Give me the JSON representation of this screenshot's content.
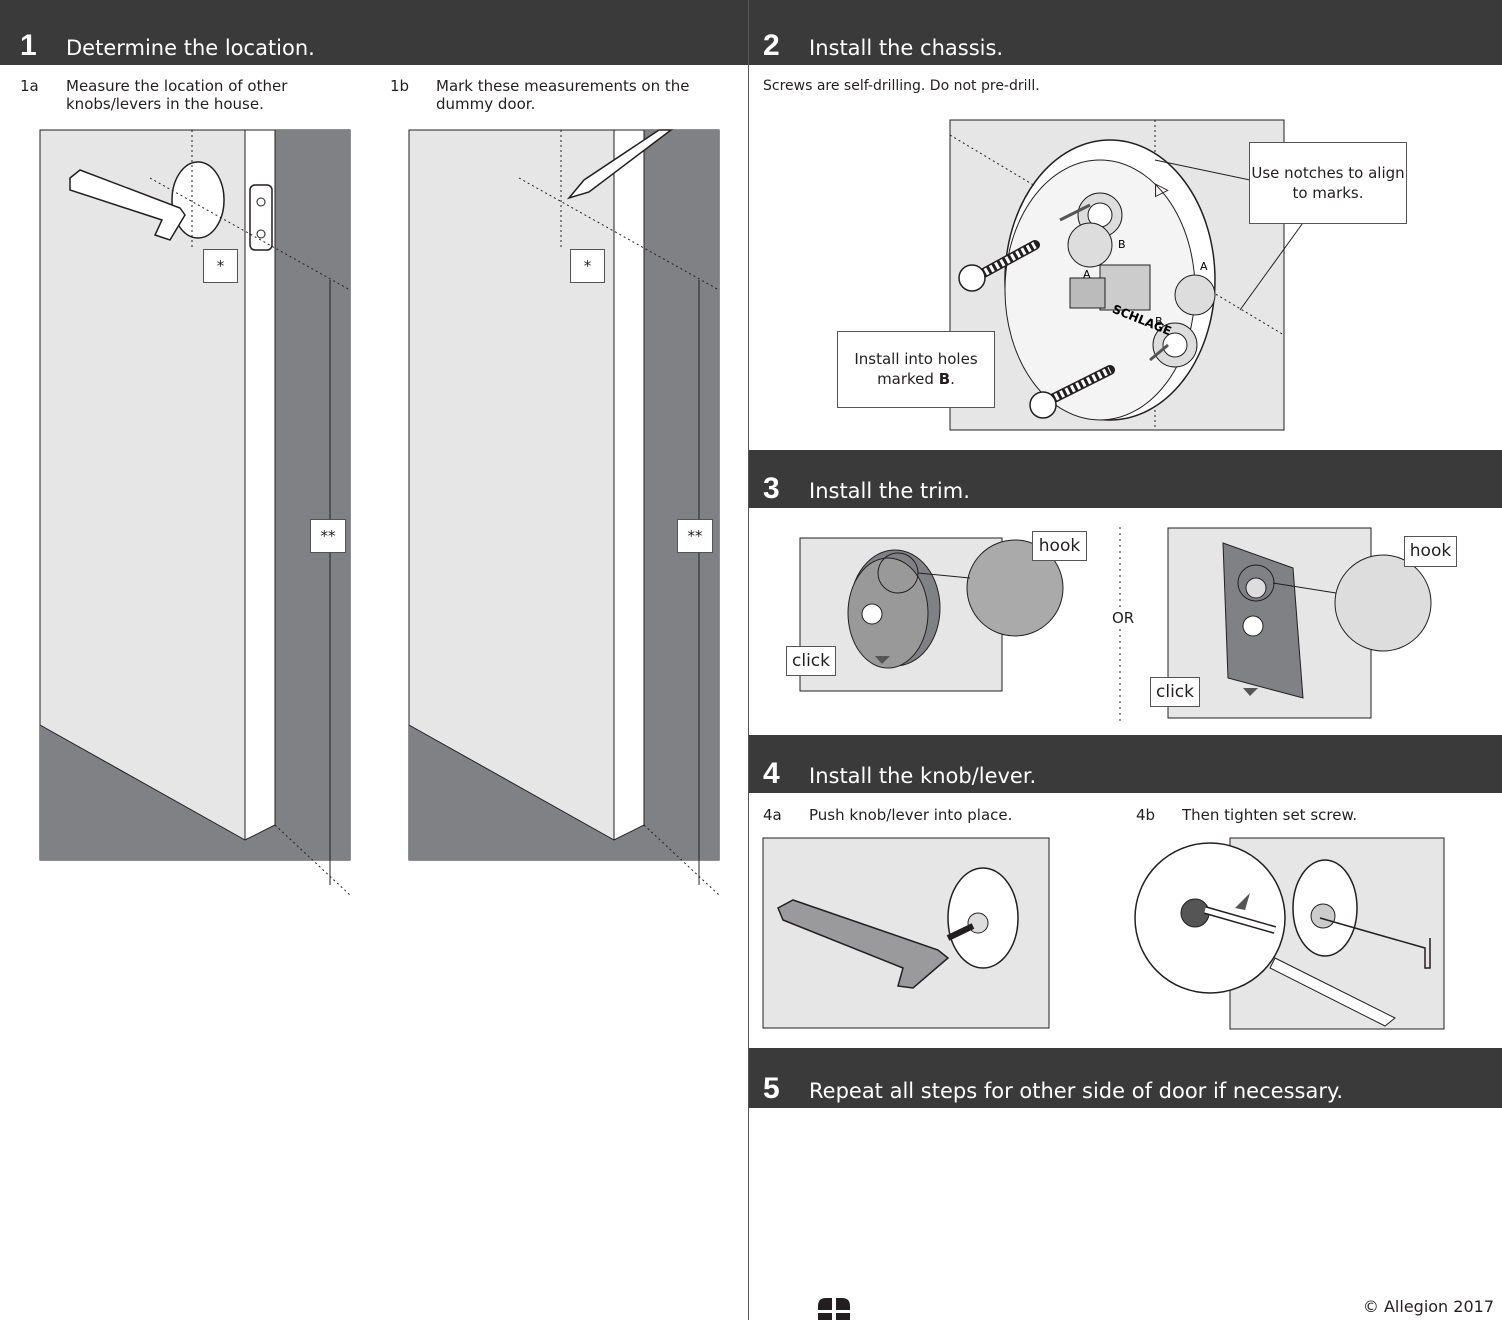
{
  "step1": {
    "number": "1",
    "title": "Determine the location.",
    "a": {
      "number": "1a",
      "text": "Measure the location of other knobs/levers in the house.",
      "mark_single": "*",
      "mark_double": "**"
    },
    "b": {
      "number": "1b",
      "text": "Mark these measurements on the dummy door.",
      "mark_single": "*",
      "mark_double": "**"
    }
  },
  "step2": {
    "number": "2",
    "title": "Install the chassis.",
    "note": "Screws are self-drilling. Do not pre-drill.",
    "callout_notches": "Use notches to align to marks.",
    "callout_holes_prefix": "Install into holes marked ",
    "callout_holes_bold": "B",
    "callout_holes_suffix": ".",
    "brand_text": "SCHLAGE",
    "hole_label_a": "A",
    "hole_label_b": "B"
  },
  "step3": {
    "number": "3",
    "title": "Install the trim.",
    "left_hook": "hook",
    "left_click": "click",
    "or_label": "OR",
    "right_hook": "hook",
    "right_click": "click"
  },
  "step4": {
    "number": "4",
    "title": "Install the knob/lever.",
    "a": {
      "number": "4a",
      "text": "Push knob/lever into place."
    },
    "b": {
      "number": "4b",
      "text": "Then tighten set screw."
    }
  },
  "step5": {
    "number": "5",
    "title": "Repeat all steps for other side of door if necessary."
  },
  "footer": {
    "copyright": "© Allegion 2017",
    "logo_icon": "allegion-logo-icon"
  },
  "colors": {
    "header_bg": "#3a3a3a",
    "panel_light": "#e6e6e7",
    "panel_dark": "#808184",
    "line": "#231f20"
  }
}
